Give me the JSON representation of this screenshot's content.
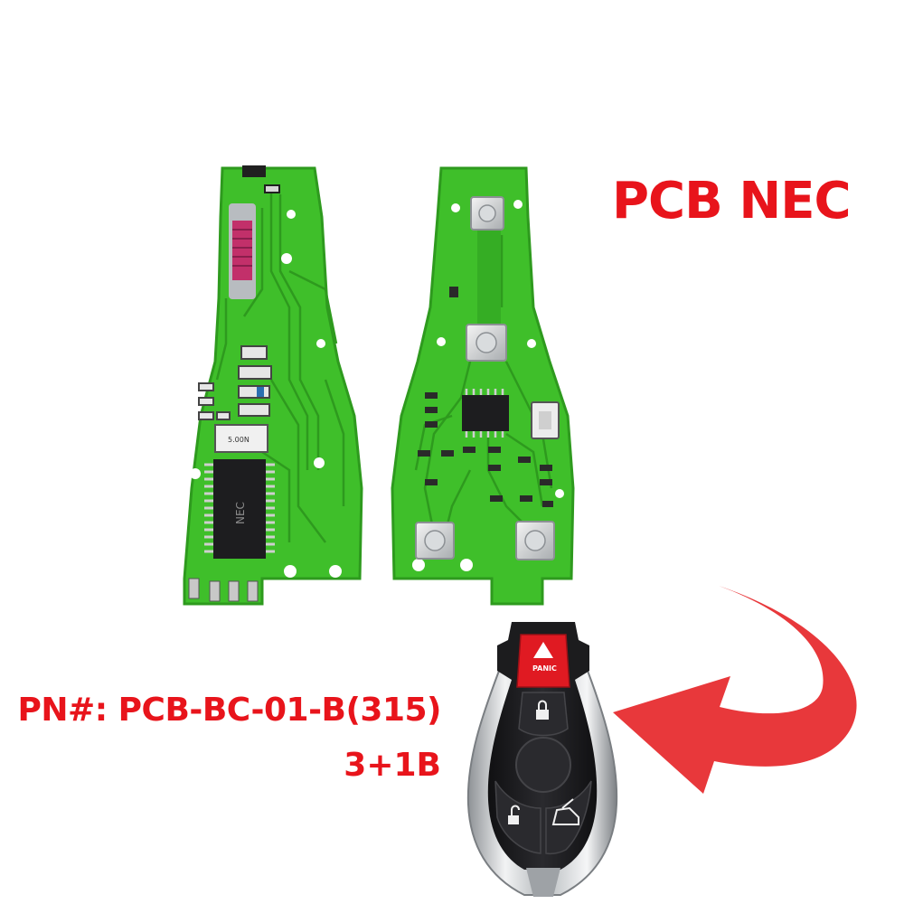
{
  "heading": {
    "text": "PCB NEC"
  },
  "part_number": {
    "text": "PN#: PCB-BC-01-B(315)"
  },
  "variant": {
    "text": "3+1B"
  },
  "key_fob": {
    "panic_label": "PANIC"
  },
  "chip_labels": {
    "main_chip": "NEC",
    "crystal": "5.00N"
  },
  "colors": {
    "label_red": "#e8141b",
    "pcb_green": "#3fbf2a",
    "pcb_trace": "#2e9a1e",
    "arrow_red": "#e8383b",
    "panic_red": "#e01a22",
    "fob_black": "#1c1c1e",
    "chrome": "#c9cccf"
  },
  "icons": {
    "arrow": "curved-arrow-icon",
    "panic": "warning-triangle-icon",
    "lock": "lock-icon",
    "unlock": "unlock-icon",
    "trunk": "car-trunk-icon"
  }
}
